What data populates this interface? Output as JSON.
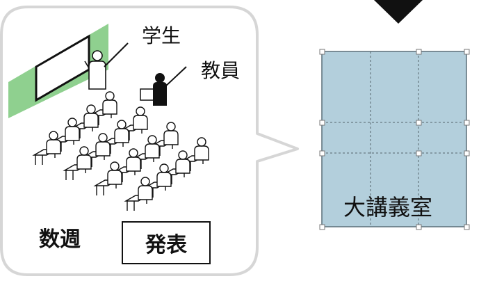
{
  "speech_bubble": {
    "student_label": "学生",
    "teacher_label": "教員",
    "weeks_label": "数週",
    "presentation_label": "発表"
  },
  "room_panel": {
    "room_label": "大講義室",
    "fill_color": "#b3cfdc"
  },
  "colors": {
    "board_frame": "#8fd08f",
    "bubble_border": "#d9d9d9",
    "arrow": "#111111"
  }
}
